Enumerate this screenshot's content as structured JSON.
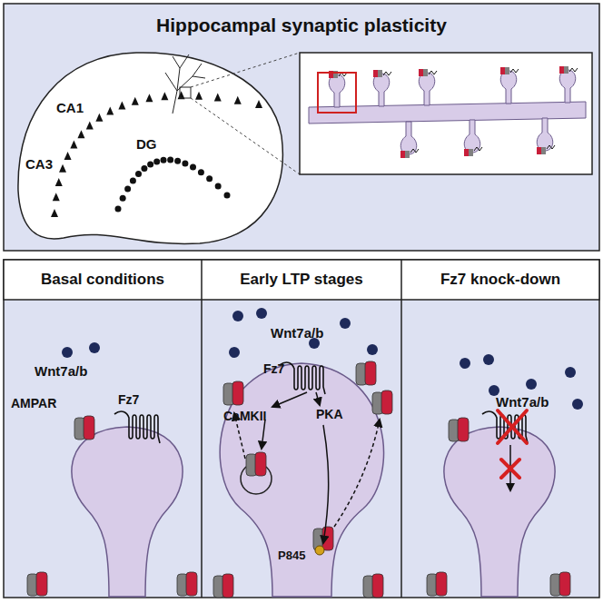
{
  "diagram": {
    "title": "Hippocampal synaptic plasticity",
    "nodes": [
      {
        "text": [
          "Basal conditions"
        ]
      },
      {
        "text": [
          "Early LTP stages"
        ]
      },
      {
        "text": [
          "Fz7 knock-down"
        ]
      }
    ],
    "labels": [
      "CA1",
      "CA3",
      "DG",
      "Wnt7a/b",
      "AMPAR",
      "Fz7",
      "Wnt7a/b",
      "Fz7",
      "CaMKII",
      "PKA",
      "P845",
      "Wnt7a/b"
    ]
  }
}
